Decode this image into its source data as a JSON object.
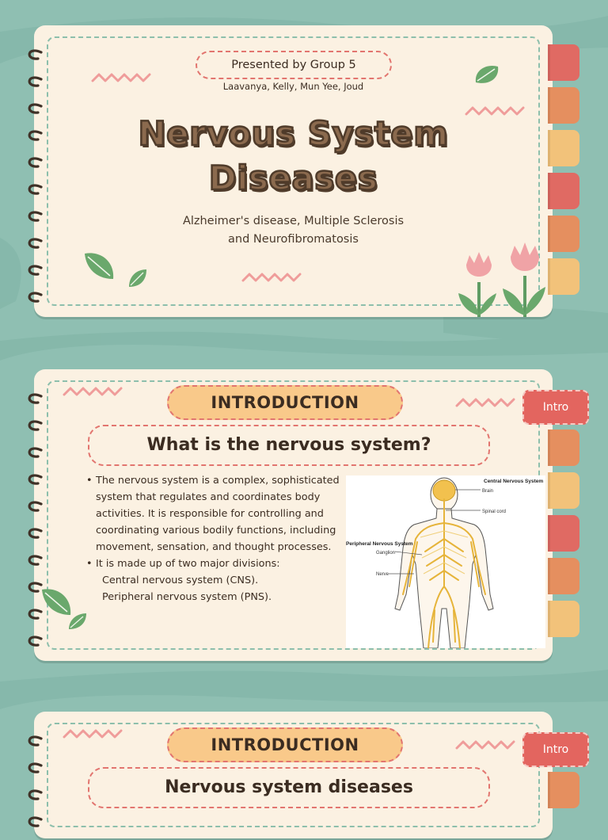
{
  "colors": {
    "background": "#8fbfb2",
    "card": "#fbf1e2",
    "accent_red": "#e3655f",
    "accent_orange": "#e58f5f",
    "accent_yellow": "#f9c98a",
    "leaf_green": "#6aa86c",
    "tulip_pink": "#f0a3a6"
  },
  "slide1": {
    "presenter_label": "Presented by Group 5",
    "members": "Laavanya, Kelly, Mun Yee, Joud",
    "title_line1": "Nervous System",
    "title_line2": "Diseases",
    "subtitle_line1": "Alzheimer's disease, Multiple Sclerosis",
    "subtitle_line2": "and Neurofibromatosis"
  },
  "slide2": {
    "tab_label": "Intro",
    "heading": "INTRODUCTION",
    "question": "What is the nervous system?",
    "bullets": [
      "The nervous system is a complex, sophisticated system that regulates and coordinates body activities. It is responsible for controlling and coordinating various bodily functions, including movement, sensation, and thought processes.",
      "It is made up of two major divisions:"
    ],
    "divisions": [
      "Central nervous system (CNS).",
      "Peripheral nervous system (PNS)."
    ],
    "diagram": {
      "central_label": "Central Nervous System",
      "brain_label": "Brain",
      "spinal_label": "Spinal cord",
      "peripheral_label": "Peripheral Nervous System",
      "ganglion_label": "Ganglion",
      "nerve_label": "Nerve"
    }
  },
  "slide3": {
    "tab_label": "Intro",
    "heading": "INTRODUCTION",
    "question": "Nervous system diseases"
  },
  "icons": [
    "spiral-ring-icon",
    "leaf-icon",
    "tulip-icon",
    "zigzag-doodle-icon"
  ]
}
